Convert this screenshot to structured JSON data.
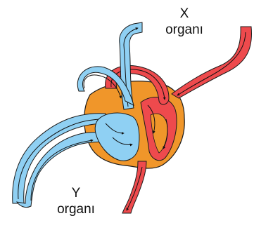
{
  "labels": {
    "x_letter": "X",
    "x_word": "organı",
    "y_letter": "Y",
    "y_word": "organı"
  },
  "colors": {
    "deoxygenated_blood": "#8fd0f3",
    "oxygenated_blood": "#ee4a4d",
    "heart_muscle": "#f0962a",
    "outline": "#1a1a1a"
  }
}
